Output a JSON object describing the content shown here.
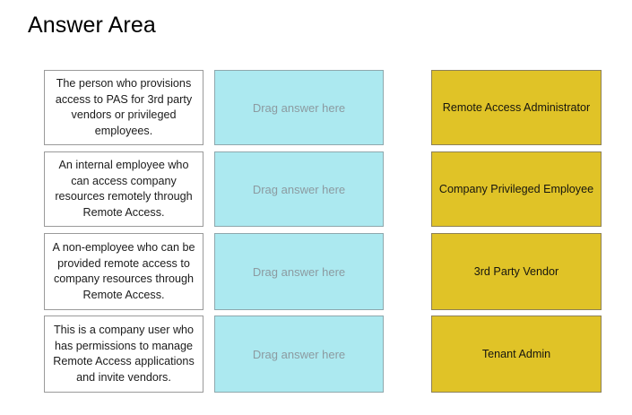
{
  "header": {
    "title": "Answer Area"
  },
  "colors": {
    "background": "#ffffff",
    "prompt_fill": "#ffffff",
    "prompt_border": "#9a9a9a",
    "drop_fill": "#ace9f0",
    "drop_border": "#8fa8ad",
    "drop_placeholder_text": "#8c9aa0",
    "answer_fill": "#e0c327",
    "answer_border": "#8d8157",
    "text": "#1b1b1b"
  },
  "matching": {
    "drop_placeholder": "Drag answer here",
    "rows": [
      {
        "prompt": "The person who provisions access to PAS for 3rd party vendors or privileged employees.",
        "drop_value": "Drag answer here",
        "answer": "Remote Access Administrator"
      },
      {
        "prompt": "An internal employee who can access company resources remotely through Remote Access.",
        "drop_value": "Drag answer here",
        "answer": "Company Privileged Employee"
      },
      {
        "prompt": "A non-employee who can be provided remote access to company resources through Remote Access.",
        "drop_value": "Drag answer here",
        "answer": "3rd Party Vendor"
      },
      {
        "prompt": "This is a company user who has permissions to manage Remote Access applications and invite vendors.",
        "drop_value": "Drag answer here",
        "answer": "Tenant Admin"
      }
    ]
  }
}
